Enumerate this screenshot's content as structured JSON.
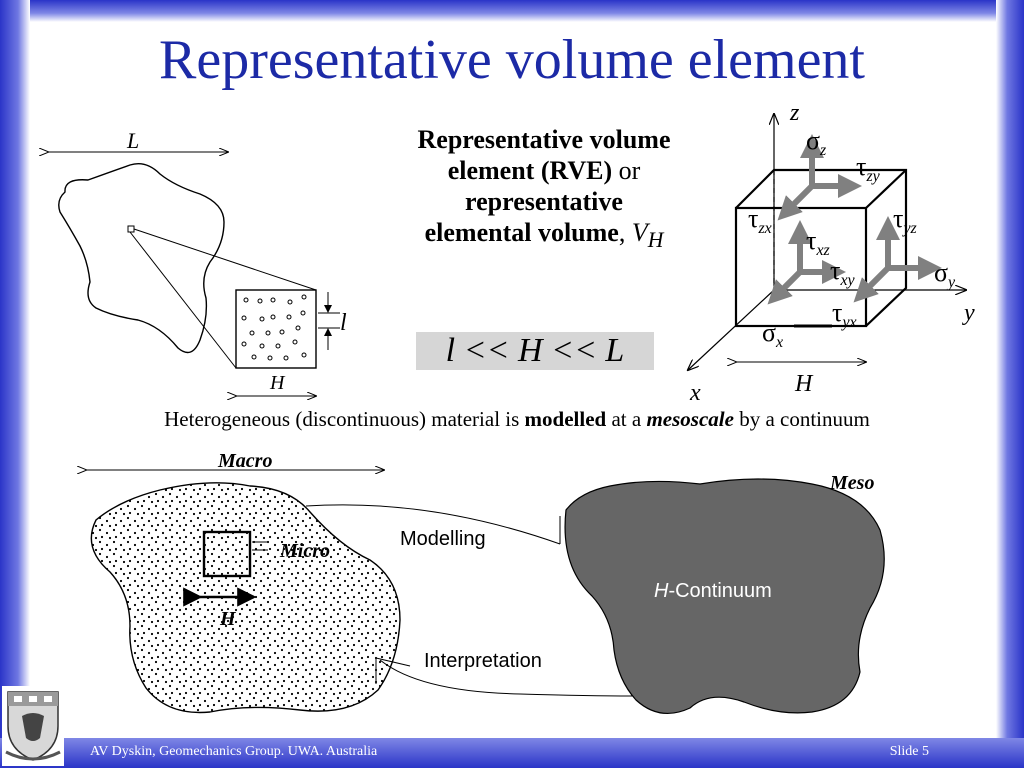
{
  "slide": {
    "title": "Representative volume element",
    "footer_left": "AV Dyskin, Geomechanics Group. UWA. Australia",
    "footer_right": "Slide 5"
  },
  "rve_definition": {
    "line1_bold": "Representative volume",
    "line2_bold": "element (RVE)",
    "line2_plain": " or",
    "line3_bold": "representative",
    "line4_bold": "elemental volume",
    "line4_plain": ", ",
    "volume_symbol": "V",
    "volume_subscript": "H"
  },
  "inequality": "l << H << L",
  "heterogeneous_sentence": {
    "part1": "Heterogeneous (discontinuous) material is ",
    "bold1": "modelled",
    "part2": " at a ",
    "bold_italic": "mesoscale",
    "part3": " by a continuum"
  },
  "top_left_diagram": {
    "label_L": "L",
    "label_l": "l",
    "label_H": "H"
  },
  "stress_cube": {
    "axis_z": "z",
    "axis_y": "y",
    "axis_x": "x",
    "size_label": "H",
    "sigma": "σ",
    "tau": "τ",
    "sigma_z_sub": "z",
    "sigma_y_sub": "y",
    "sigma_x_sub": "x",
    "tau_zy_sub": "zy",
    "tau_zx_sub": "zx",
    "tau_xz_sub": "xz",
    "tau_yz_sub": "yz",
    "tau_xy_sub": "xy",
    "tau_yx_sub": "yx"
  },
  "bottom_diagram": {
    "macro": "Macro",
    "micro": "Micro",
    "H": "H",
    "meso": "Meso",
    "modelling": "Modelling",
    "interpretation": "Interpretation",
    "continuum_italic": "H",
    "continuum_rest": "-Continuum"
  },
  "colors": {
    "title": "#1c2aa6",
    "frame": "#2a34c8",
    "continuum_fill": "#666666",
    "arrow_gray": "#808080",
    "inequality_bg": "#d6d6d6"
  }
}
